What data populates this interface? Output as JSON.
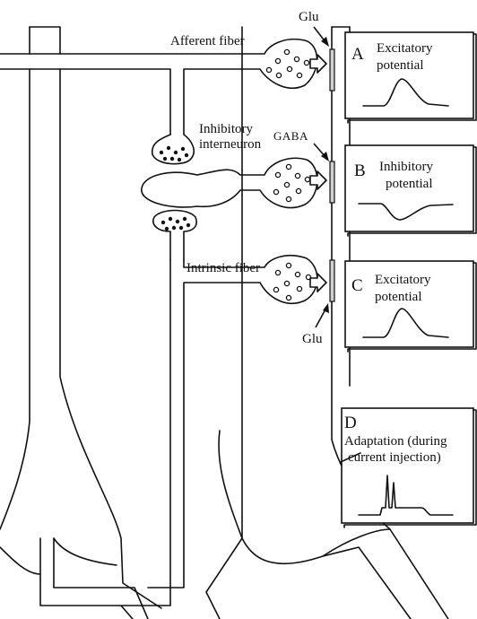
{
  "labels": {
    "afferent_fiber": "Afferent fiber",
    "inhibitory_interneuron_line1": "Inhibitory",
    "inhibitory_interneuron_line2": "interneuron",
    "intrinsic_fiber": "Intrinsic fiber",
    "glu_top": "Glu",
    "gaba": "GABA",
    "glu_bottom": "Glu"
  },
  "panels": [
    {
      "letter": "A",
      "line1": "Excitatory",
      "line2": "potential"
    },
    {
      "letter": "B",
      "line1": "Inhibitory",
      "line2": "potential"
    },
    {
      "letter": "C",
      "line1": "Excitatory",
      "line2": "potential"
    },
    {
      "letter": "D",
      "line1": "Adaptation (during",
      "line2": "current injection)"
    }
  ]
}
